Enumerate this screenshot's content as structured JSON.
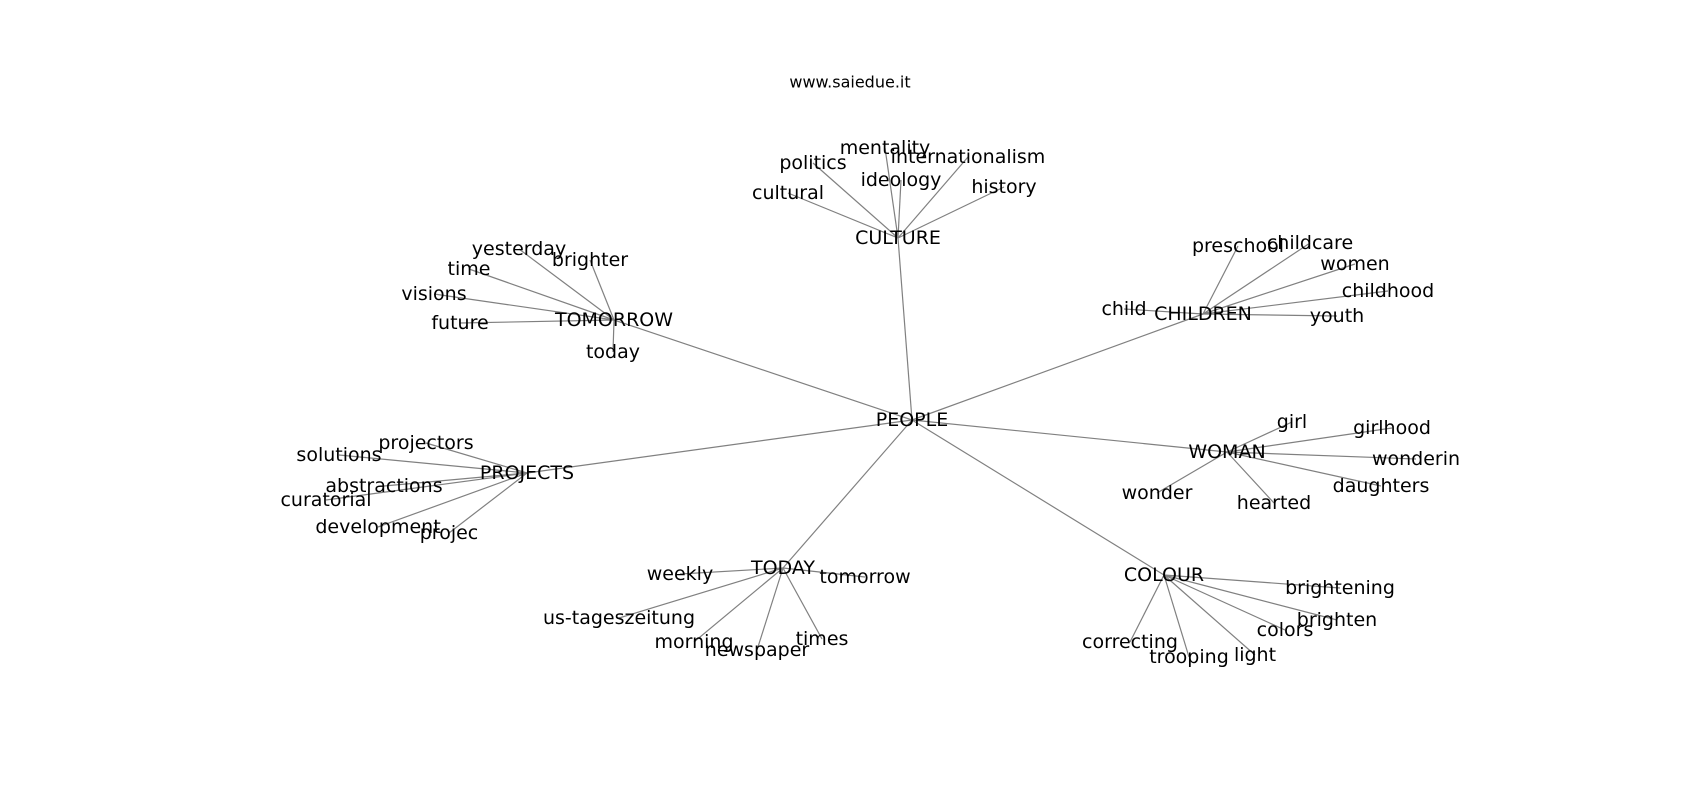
{
  "site_title": "www.saiedue.it",
  "colors": {
    "edge": "#808080",
    "text": "#000000",
    "background": "#ffffff"
  },
  "graph": {
    "root": "PEOPLE",
    "hubs": [
      {
        "id": "CULTURE",
        "label": "CULTURE",
        "leaves": [
          {
            "id": "politics",
            "label": "politics"
          },
          {
            "id": "mentality",
            "label": "mentality"
          },
          {
            "id": "internationalism",
            "label": "internationalism"
          },
          {
            "id": "ideology",
            "label": "ideology"
          },
          {
            "id": "cultural",
            "label": "cultural"
          },
          {
            "id": "history",
            "label": "history"
          }
        ]
      },
      {
        "id": "TOMORROW",
        "label": "TOMORROW",
        "leaves": [
          {
            "id": "yesterday",
            "label": "yesterday"
          },
          {
            "id": "brighter",
            "label": "brighter"
          },
          {
            "id": "time",
            "label": "time"
          },
          {
            "id": "visions",
            "label": "visions"
          },
          {
            "id": "future",
            "label": "future"
          },
          {
            "id": "today",
            "label": "today"
          }
        ]
      },
      {
        "id": "CHILDREN",
        "label": "CHILDREN",
        "leaves": [
          {
            "id": "preschool",
            "label": "preschool"
          },
          {
            "id": "childcare",
            "label": "childcare"
          },
          {
            "id": "women",
            "label": "women"
          },
          {
            "id": "childhood",
            "label": "childhood"
          },
          {
            "id": "child",
            "label": "child"
          },
          {
            "id": "youth",
            "label": "youth"
          }
        ]
      },
      {
        "id": "WOMAN",
        "label": "WOMAN",
        "leaves": [
          {
            "id": "girl",
            "label": "girl"
          },
          {
            "id": "girlhood",
            "label": "girlhood"
          },
          {
            "id": "wonderin",
            "label": "wonderin"
          },
          {
            "id": "daughters",
            "label": "daughters"
          },
          {
            "id": "hearted",
            "label": "hearted"
          },
          {
            "id": "wonder",
            "label": "wonder"
          }
        ]
      },
      {
        "id": "PROJECTS",
        "label": "PROJECTS",
        "leaves": [
          {
            "id": "projectors",
            "label": "projectors"
          },
          {
            "id": "solutions",
            "label": "solutions"
          },
          {
            "id": "abstractions",
            "label": "abstractions"
          },
          {
            "id": "curatorial",
            "label": "curatorial"
          },
          {
            "id": "development",
            "label": "development"
          },
          {
            "id": "projec",
            "label": "projec"
          }
        ]
      },
      {
        "id": "TODAY",
        "label": "TODAY",
        "leaves": [
          {
            "id": "weekly",
            "label": "weekly"
          },
          {
            "id": "tomorrow",
            "label": "tomorrow"
          },
          {
            "id": "us-tageszeitung",
            "label": "us-tageszeitung"
          },
          {
            "id": "morning",
            "label": "morning"
          },
          {
            "id": "newspaper",
            "label": "newspaper"
          },
          {
            "id": "times",
            "label": "times"
          }
        ]
      },
      {
        "id": "COLOUR",
        "label": "COLOUR",
        "leaves": [
          {
            "id": "brightening",
            "label": "brightening"
          },
          {
            "id": "brighten",
            "label": "brighten"
          },
          {
            "id": "colors",
            "label": "colors"
          },
          {
            "id": "light",
            "label": "light"
          },
          {
            "id": "trooping",
            "label": "trooping"
          },
          {
            "id": "correcting",
            "label": "correcting"
          }
        ]
      }
    ]
  }
}
